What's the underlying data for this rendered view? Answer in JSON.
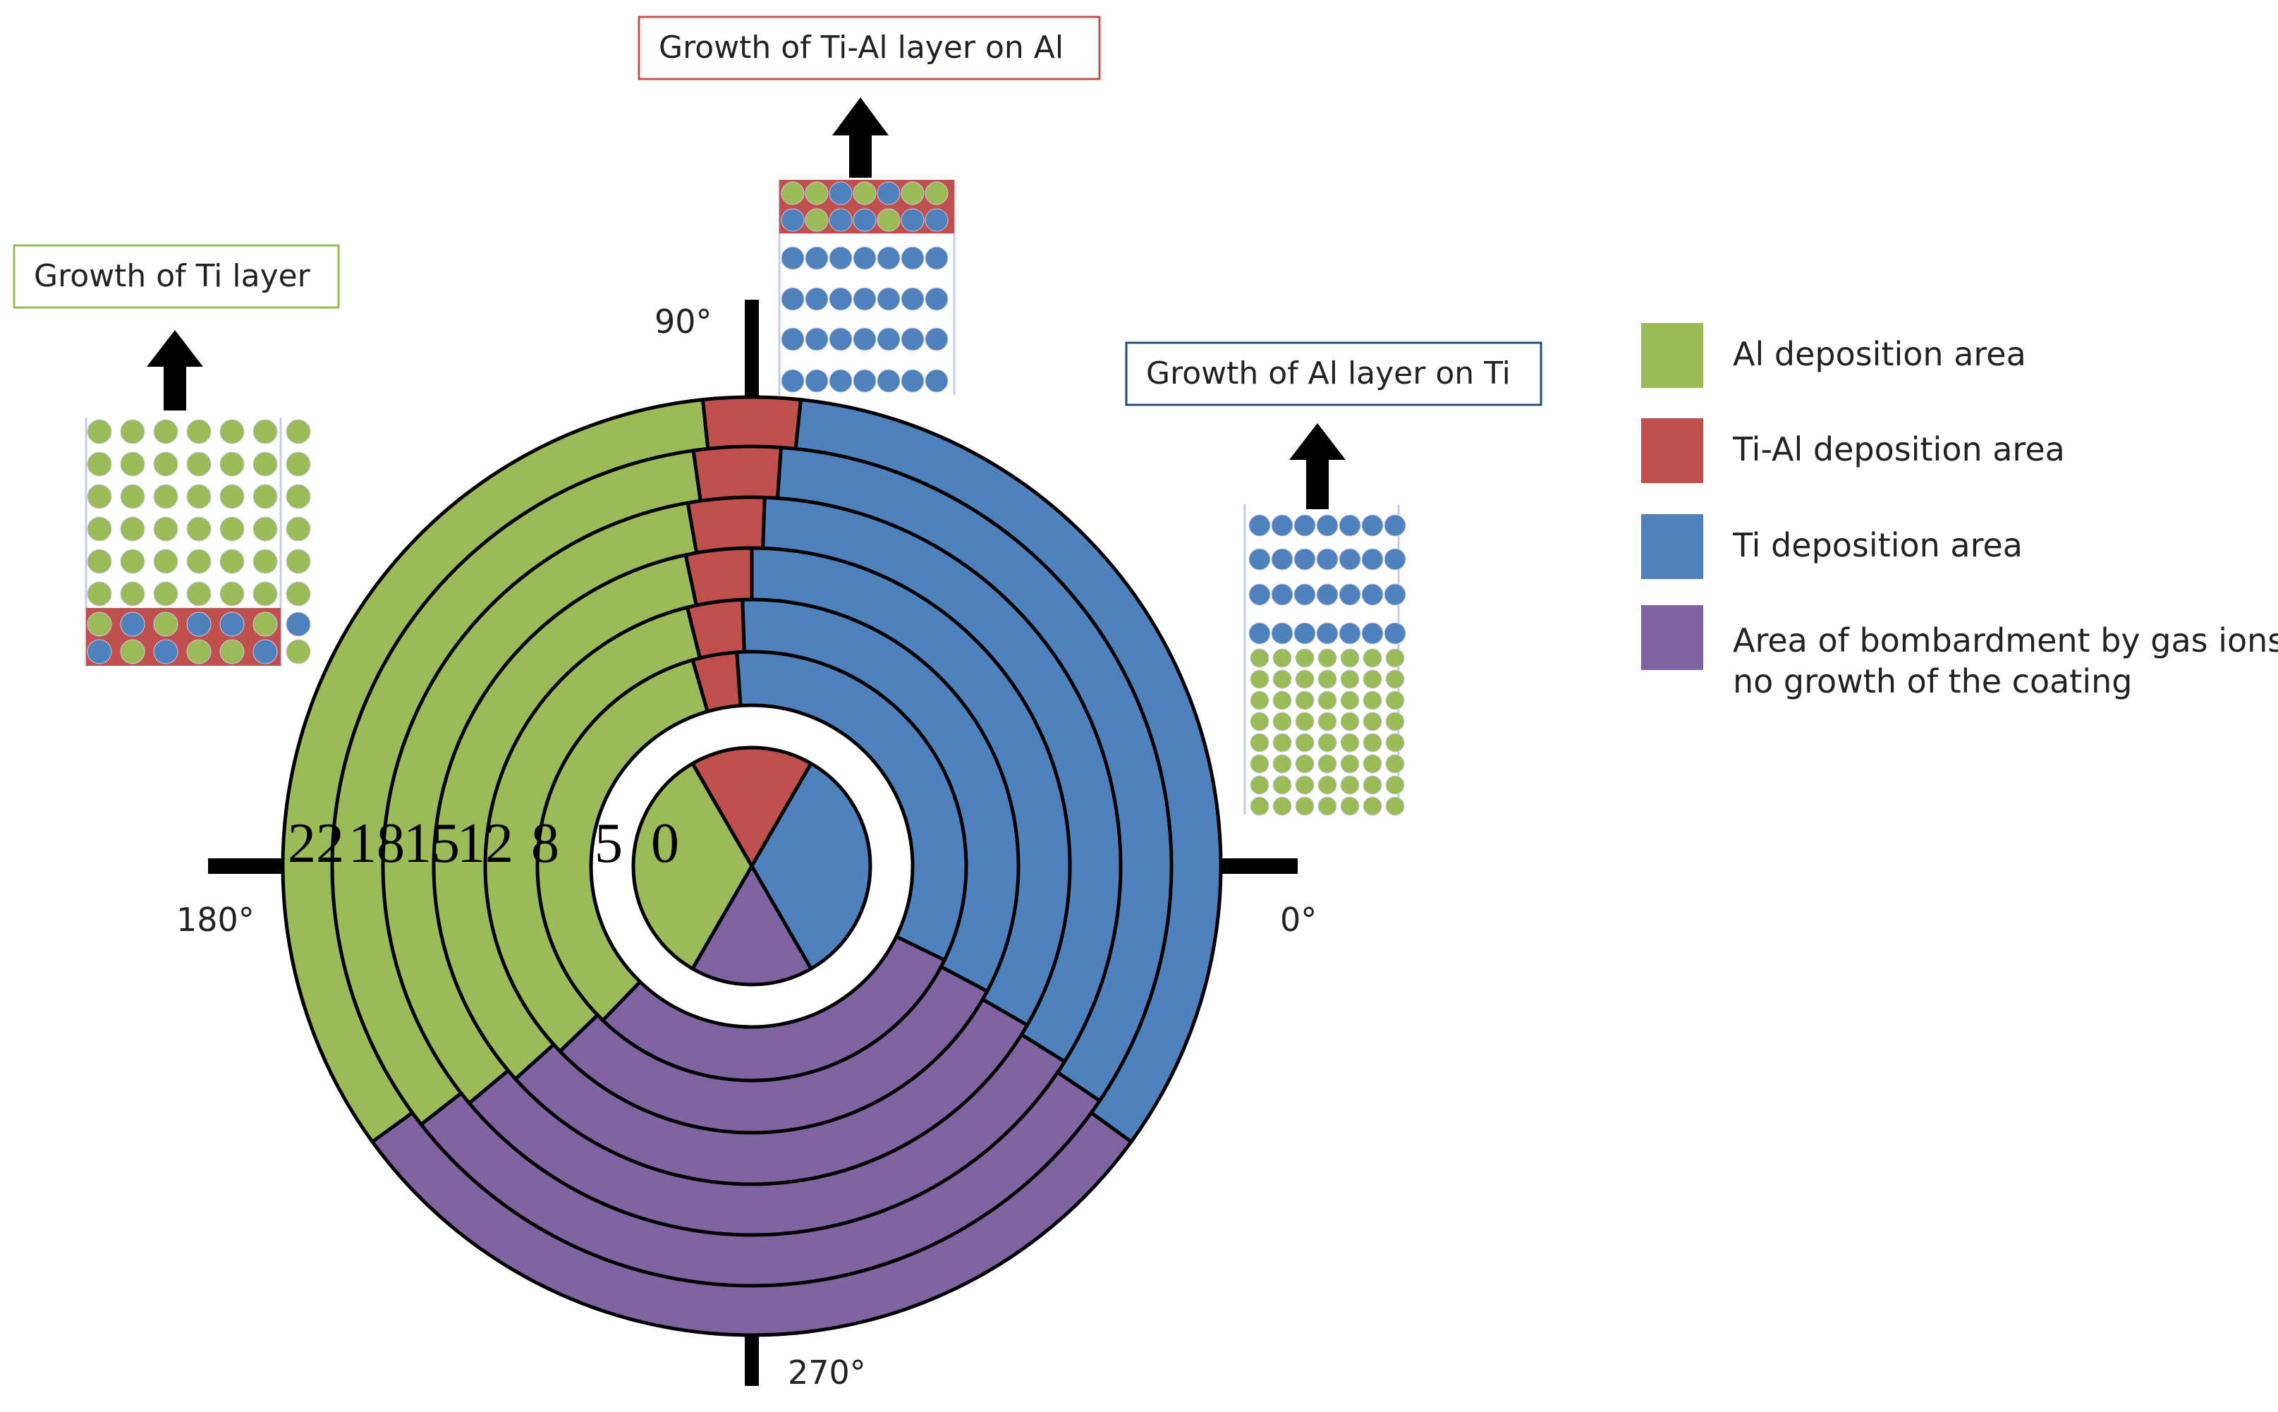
{
  "diagram": {
    "boxes": {
      "ti_layer": "Growth of Ti layer",
      "tial_layer": "Growth of Ti-Al layer on Al",
      "al_layer": "Growth of Al layer on Ti"
    },
    "angles": {
      "a0": "0°",
      "a90": "90°",
      "a180": "180°",
      "a270": "270°"
    },
    "ring_labels": [
      "22",
      "18",
      "15",
      "12",
      "8",
      "5",
      "0"
    ],
    "legend": [
      {
        "label": "Al deposition area",
        "color": "#9bbb59"
      },
      {
        "label": "Ti-Al deposition area",
        "color": "#c0504d"
      },
      {
        "label": "Ti deposition area",
        "color": "#4f81bd"
      },
      {
        "label": "Area of bombardment by gas ions,",
        "label2": "no growth of the coating",
        "color": "#8064a2"
      }
    ],
    "colors": {
      "al": "#9bbb59",
      "tial": "#c0504d",
      "ti": "#4f81bd",
      "gas": "#8064a2",
      "box_ti": "#9bbb59",
      "box_tial": "#c0504d",
      "box_al": "#1f4e79"
    },
    "icons": [
      "up-arrow-icon"
    ]
  }
}
